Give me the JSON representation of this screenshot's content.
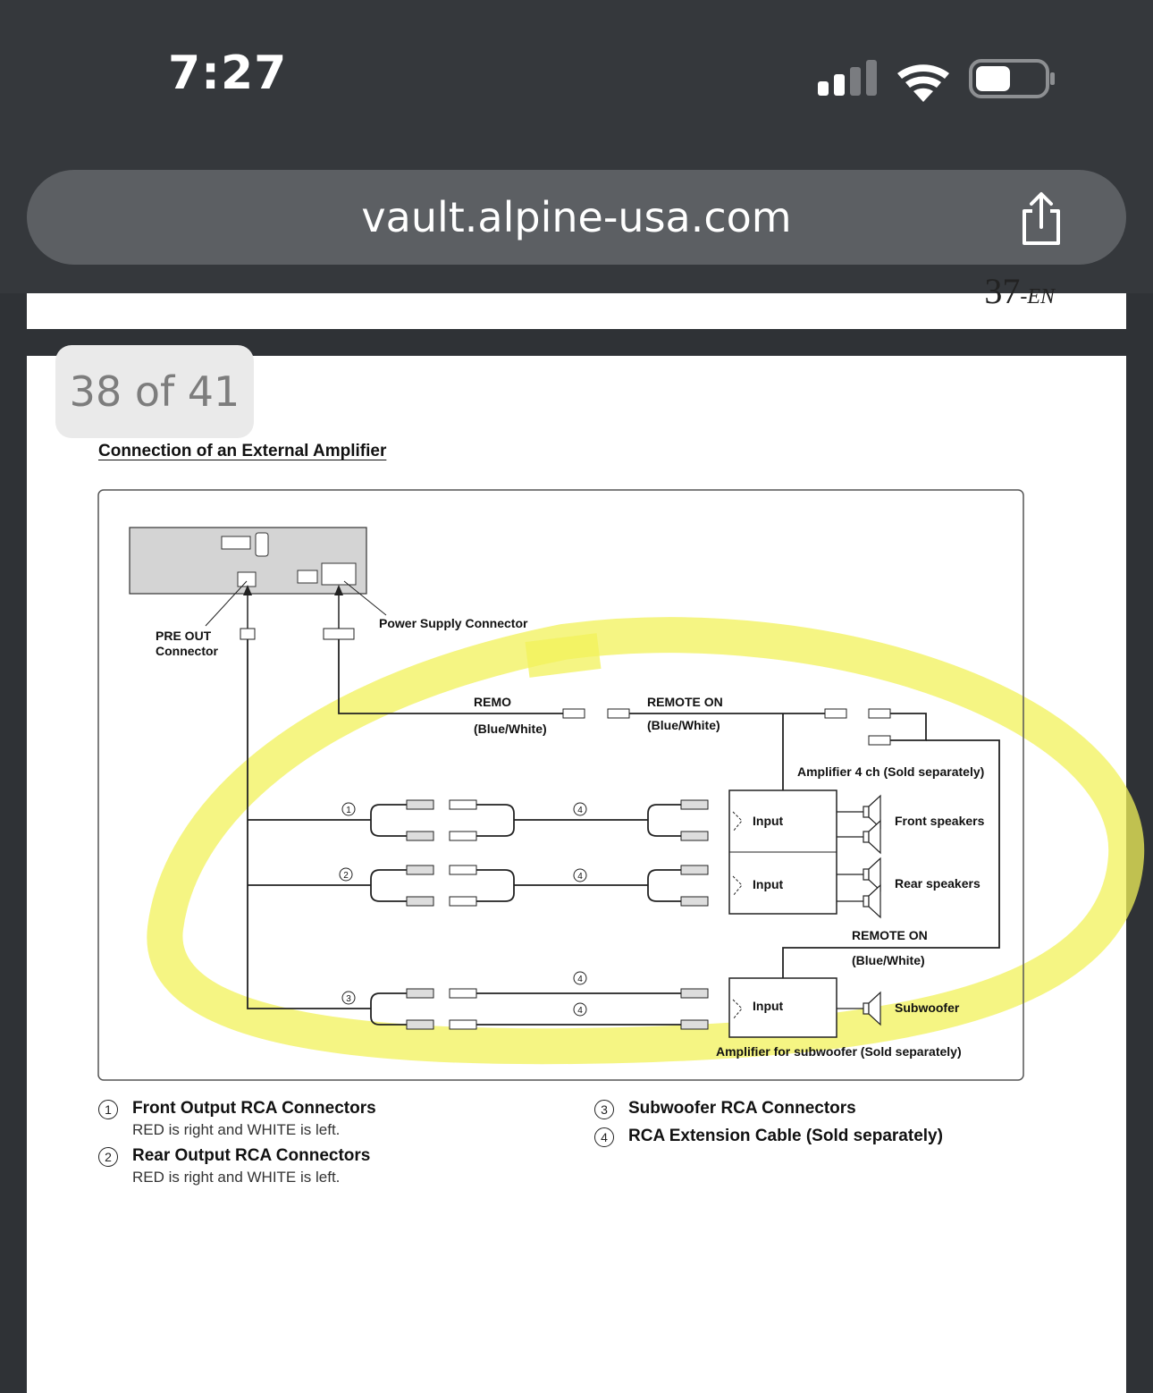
{
  "status": {
    "time": "7:27"
  },
  "browser": {
    "url": "vault.alpine-usa.com"
  },
  "viewer": {
    "prev_page_number": "37",
    "prev_page_suffix": "-EN",
    "page_indicator": "38 of 41"
  },
  "doc": {
    "section_title": "Connection of an External Amplifier",
    "diagram": {
      "pre_out_label_1": "PRE OUT",
      "pre_out_label_2": "Connector",
      "power_supply_label": "Power Supply Connector",
      "remo_label": "REMO",
      "remo_color": "(Blue/White)",
      "remote_on_label": "REMOTE ON",
      "remote_on_color": "(Blue/White)",
      "amp4_label": "Amplifier 4 ch (Sold separately)",
      "input_1": "Input",
      "input_2": "Input",
      "input_3": "Input",
      "front_speakers": "Front speakers",
      "rear_speakers": "Rear speakers",
      "remote_on_2_label": "REMOTE ON",
      "remote_on_2_color": "(Blue/White)",
      "subwoofer": "Subwoofer",
      "sub_amp_label": "Amplifier for subwoofer (Sold separately)",
      "marker_1": "1",
      "marker_2": "2",
      "marker_3": "3",
      "marker_4": "4"
    },
    "legend": [
      {
        "num": "①",
        "title": "Front Output RCA Connectors",
        "sub": "RED is right and WHITE is left."
      },
      {
        "num": "②",
        "title": "Rear Output RCA Connectors",
        "sub": "RED is right and WHITE is left."
      },
      {
        "num": "③",
        "title": "Subwoofer RCA Connectors",
        "sub": ""
      },
      {
        "num": "④",
        "title": "RCA Extension Cable (Sold separately)",
        "sub": ""
      }
    ]
  },
  "colors": {
    "highlight": "#f2f25a"
  }
}
